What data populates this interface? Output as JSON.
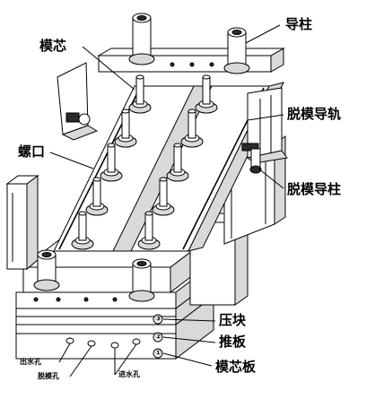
{
  "labels": {
    "guide_pillar": "导柱",
    "mold_core": "模芯",
    "demold_rail": "脱模导轨",
    "thread_mouth": "螺口",
    "demold_pillar": "脱模导柱",
    "press_block": "压块",
    "push_plate": "推板",
    "core_plate": "模芯板",
    "water_outlet": "出水孔",
    "demold_hole": "脱模孔",
    "water_inlet": "进水孔"
  },
  "plate_numbers": [
    "③",
    "②",
    "①"
  ]
}
